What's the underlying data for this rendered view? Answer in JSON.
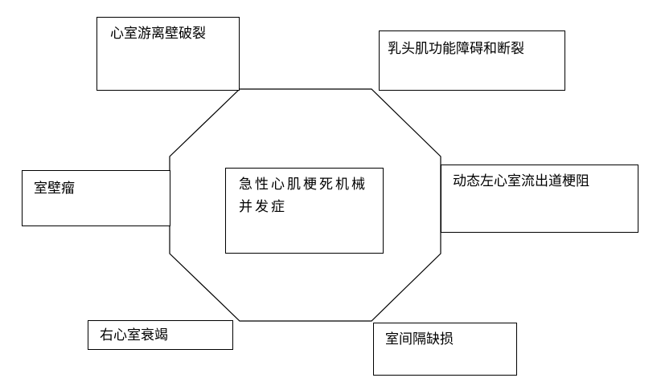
{
  "diagram": {
    "center": {
      "line1": "急性心肌梗死机械",
      "line2": "并发症"
    },
    "complications": {
      "free_wall_rupture": "心室游离壁破裂",
      "papillary_muscle": "乳头肌功能障碍和断裂",
      "ventricular_aneurysm": "室壁瘤",
      "dynamic_lvot": "动态左心室流出道梗阻",
      "rv_failure": "右心室衰竭",
      "vsd": "室间隔缺损"
    }
  }
}
